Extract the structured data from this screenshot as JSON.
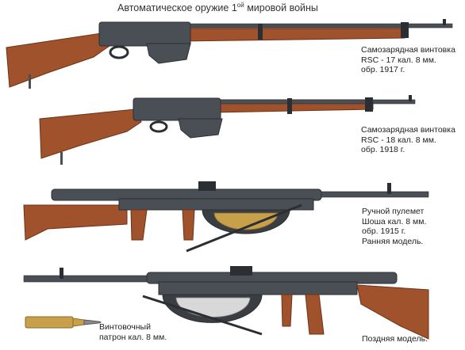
{
  "title": {
    "prefix": "Автоматическое оружие 1",
    "superscript": "ой",
    "suffix": " мировой войны"
  },
  "weapons": [
    {
      "id": "rsc17",
      "caption": [
        "Самозарядная винтовка",
        "RSC - 17  кал. 8 мм.",
        "обр. 1917 г."
      ]
    },
    {
      "id": "rsc18",
      "caption": [
        "Самозарядная винтовка",
        "RSC - 18  кал. 8 мм.",
        "обр. 1918 г."
      ]
    },
    {
      "id": "chauchat-early",
      "caption": [
        "Ручной пулемет",
        "Шоша  кал. 8 мм.",
        "обр. 1915 г.",
        "Ранняя модель."
      ]
    },
    {
      "id": "chauchat-late",
      "caption": [
        "Поздняя модель."
      ]
    }
  ],
  "cartridge": {
    "caption": [
      "Винтовочный",
      "патрон  кал. 8 мм."
    ]
  },
  "colors": {
    "wood": "#a0522d",
    "wood_dark": "#6e3214",
    "metal": "#4a4f55",
    "metal_dark": "#2b2f33",
    "brass": "#c8a04a"
  }
}
